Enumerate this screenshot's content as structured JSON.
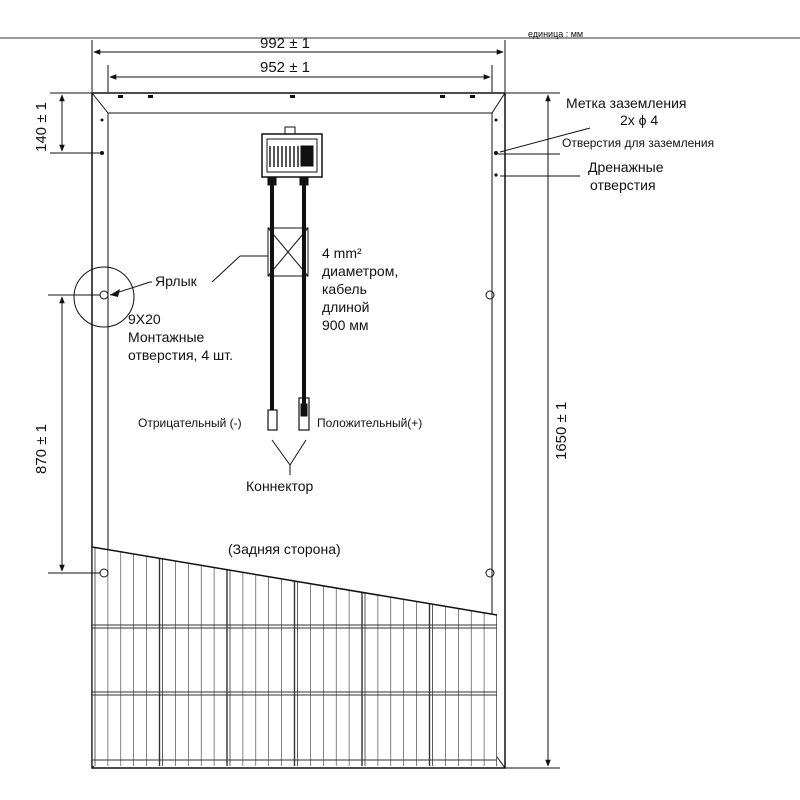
{
  "diagram": {
    "unit_note": "единица : мм",
    "dimensions": {
      "outer_width": "992 ± 1",
      "inner_width": "952 ± 1",
      "top_offset": "140 ± 1",
      "mount_spacing": "870 ± 1",
      "total_height": "1650 ± 1"
    },
    "labels": {
      "ground_mark_title": "Метка заземления",
      "ground_mark_spec": "2x ϕ 4",
      "ground_holes": "Отверстия для заземления",
      "drain_line1": "Дренажные",
      "drain_line2": "отверстия",
      "tag": "Ярлык",
      "cable_line1": "4 mm²",
      "cable_line2": "диаметром,",
      "cable_line3": "кабель",
      "cable_line4": "длиной",
      "cable_line5": "900 мм",
      "mount_line1": "9X20",
      "mount_line2": "Монтажные",
      "mount_line3": "отверстия, 4 шт.",
      "negative": "Отрицательный (-)",
      "positive": "Положительный(+)",
      "connector": "Коннектор",
      "back_side": "(Задняя сторона)"
    },
    "colors": {
      "line": "#111111",
      "cell_grid": "#333333"
    }
  }
}
